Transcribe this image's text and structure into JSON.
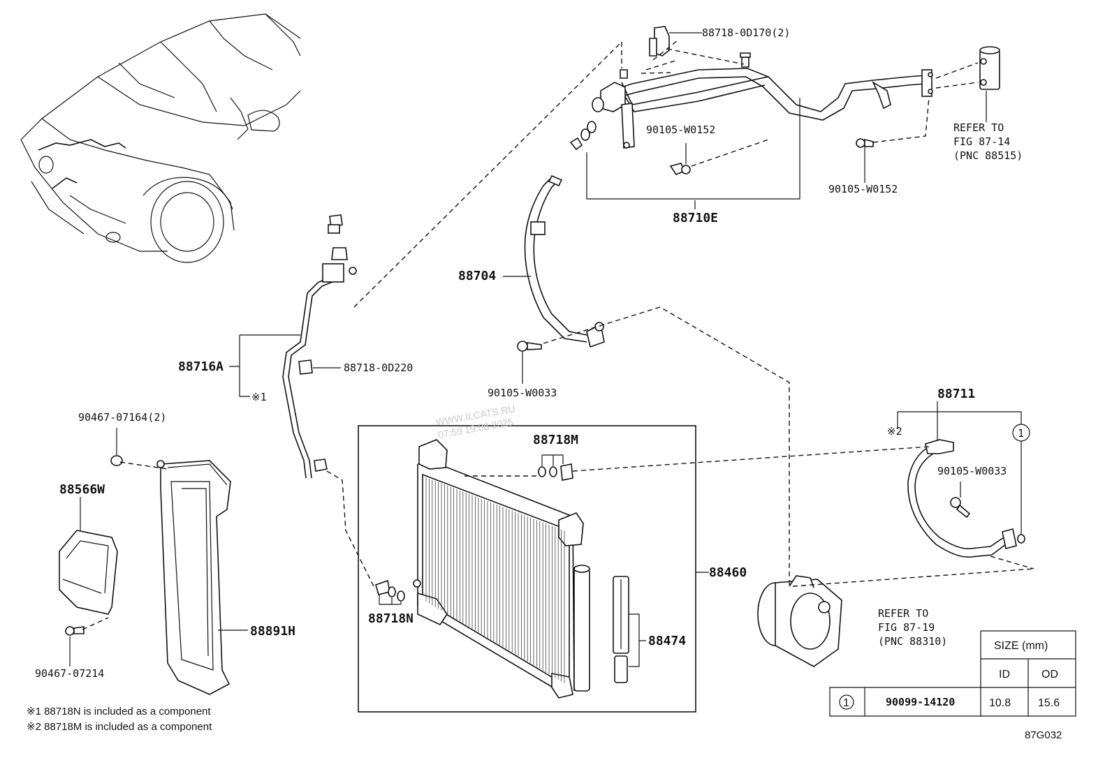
{
  "labels": {
    "p88718_0d170": "88718-0D170(2)",
    "p90105_w0152_a": "90105-W0152",
    "p90105_w0152_b": "90105-W0152",
    "p88710e": "88710E",
    "refer_top_1": "REFER TO",
    "refer_top_2": "FIG 87-14",
    "refer_top_3": "(PNC 88515)",
    "p88704": "88704",
    "p90105_w0033_a": "90105-W0033",
    "p88716a": "88716A",
    "p88718_0d220": "88718-0D220",
    "mark1": "※1",
    "p90467_07164": "90467-07164(2)",
    "p88566w": "88566W",
    "p90467_07214": "90467-07214",
    "p88891h": "88891H",
    "p88718m": "88718M",
    "p88718n": "88718N",
    "p88460": "88460",
    "p88474": "88474",
    "p88711": "88711",
    "mark2": "※2",
    "p90105_w0033_b": "90105-W0033",
    "circle1": "1",
    "refer_bot_1": "REFER TO",
    "refer_bot_2": "FIG 87-19",
    "refer_bot_3": "(PNC 88310)"
  },
  "watermark": {
    "line1": "WWW.ILCATS.RU",
    "line2": "07:59 19.08.2025"
  },
  "notes": {
    "note1": "※1 88718N is included as a component",
    "note2": "※2 88718M is included as a component"
  },
  "figure_code": "87G032",
  "size_table": {
    "header": "SIZE (mm)",
    "col_id": "ID",
    "col_od": "OD",
    "row_marker": "1",
    "row_part": "90099-14120",
    "row_id": "10.8",
    "row_od": "15.6"
  }
}
